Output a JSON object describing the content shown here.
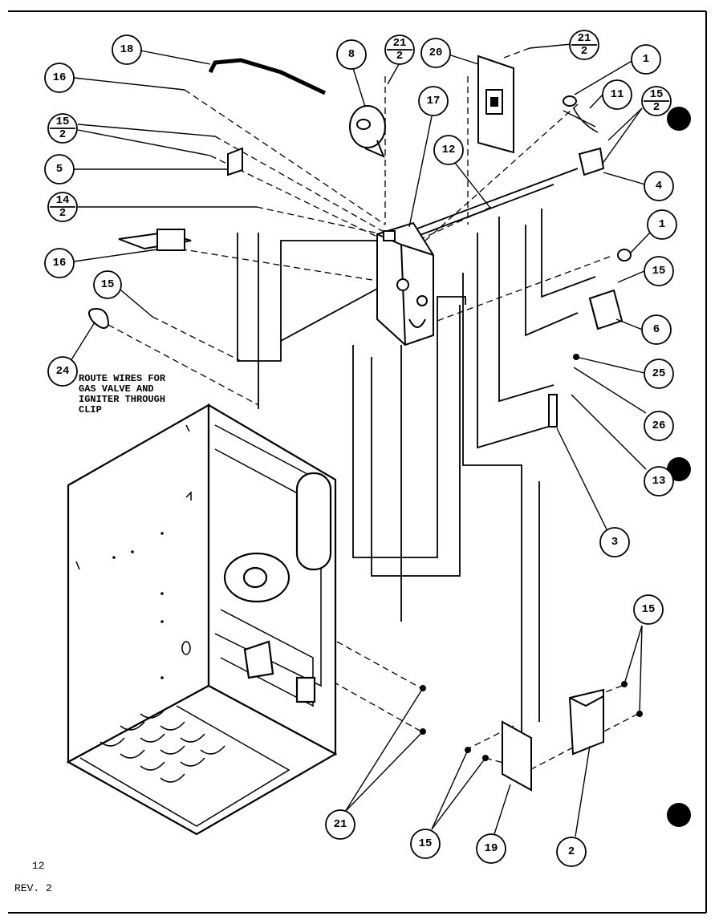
{
  "callouts": [
    {
      "id": "c18",
      "label": "18"
    },
    {
      "id": "c16a",
      "label": "16"
    },
    {
      "id": "c15_2a",
      "label_top": "15",
      "label_bottom": "2"
    },
    {
      "id": "c5",
      "label": "5"
    },
    {
      "id": "c14_2",
      "label_top": "14",
      "label_bottom": "2"
    },
    {
      "id": "c16b",
      "label": "16"
    },
    {
      "id": "c15a",
      "label": "15"
    },
    {
      "id": "c24",
      "label": "24"
    },
    {
      "id": "c8",
      "label": "8"
    },
    {
      "id": "c21_2a",
      "label_top": "21",
      "label_bottom": "2"
    },
    {
      "id": "c20",
      "label": "20"
    },
    {
      "id": "c21_2b",
      "label_top": "21",
      "label_bottom": "2"
    },
    {
      "id": "c1a",
      "label": "1"
    },
    {
      "id": "c11",
      "label": "11"
    },
    {
      "id": "c15_2b",
      "label_top": "15",
      "label_bottom": "2"
    },
    {
      "id": "c17",
      "label": "17"
    },
    {
      "id": "c12",
      "label": "12"
    },
    {
      "id": "c4",
      "label": "4"
    },
    {
      "id": "c1b",
      "label": "1"
    },
    {
      "id": "c15b",
      "label": "15"
    },
    {
      "id": "c6",
      "label": "6"
    },
    {
      "id": "c25",
      "label": "25"
    },
    {
      "id": "c26",
      "label": "26"
    },
    {
      "id": "c13",
      "label": "13"
    },
    {
      "id": "c3",
      "label": "3"
    },
    {
      "id": "c15c",
      "label": "15"
    },
    {
      "id": "c21",
      "label": "21"
    },
    {
      "id": "c15d",
      "label": "15"
    },
    {
      "id": "c19",
      "label": "19"
    },
    {
      "id": "c2",
      "label": "2"
    }
  ],
  "note": {
    "lines": [
      "ROUTE WIRES FOR",
      "GAS VALVE AND",
      "IGNITER THROUGH",
      "CLIP"
    ]
  },
  "footer": {
    "page_number": "12",
    "revision": "REV. 2"
  }
}
